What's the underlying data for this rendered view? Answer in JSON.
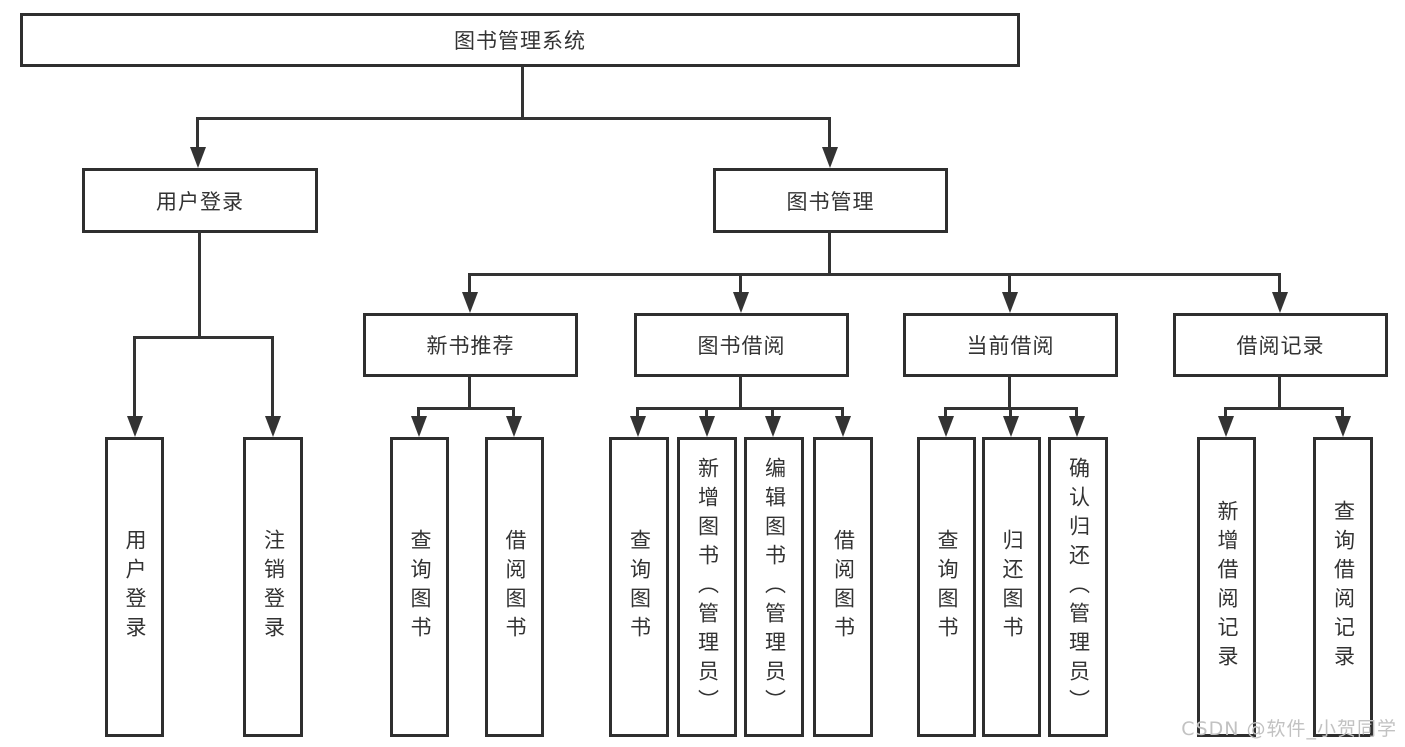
{
  "diagram": {
    "type": "tree",
    "line_color": "#333333",
    "border_color": "#2f2f2f",
    "root": {
      "label": "图书管理系统",
      "children": [
        {
          "label": "用户登录",
          "children": [
            {
              "label": "用户登录"
            },
            {
              "label": "注销登录"
            }
          ]
        },
        {
          "label": "图书管理",
          "children": [
            {
              "label": "新书推荐",
              "children": [
                {
                  "label": "查询图书"
                },
                {
                  "label": "借阅图书"
                }
              ]
            },
            {
              "label": "图书借阅",
              "children": [
                {
                  "label": "查询图书"
                },
                {
                  "label": "新增图书（管理员）"
                },
                {
                  "label": "编辑图书（管理员）"
                },
                {
                  "label": "借阅图书"
                }
              ]
            },
            {
              "label": "当前借阅",
              "children": [
                {
                  "label": "查询图书"
                },
                {
                  "label": "归还图书"
                },
                {
                  "label": "确认归还（管理员）"
                }
              ]
            },
            {
              "label": "借阅记录",
              "children": [
                {
                  "label": "新增借阅记录"
                },
                {
                  "label": "查询借阅记录"
                }
              ]
            }
          ]
        }
      ]
    },
    "watermark": {
      "text": "CSDN @软件_小贺同学",
      "color": "#c2c2c2"
    }
  }
}
